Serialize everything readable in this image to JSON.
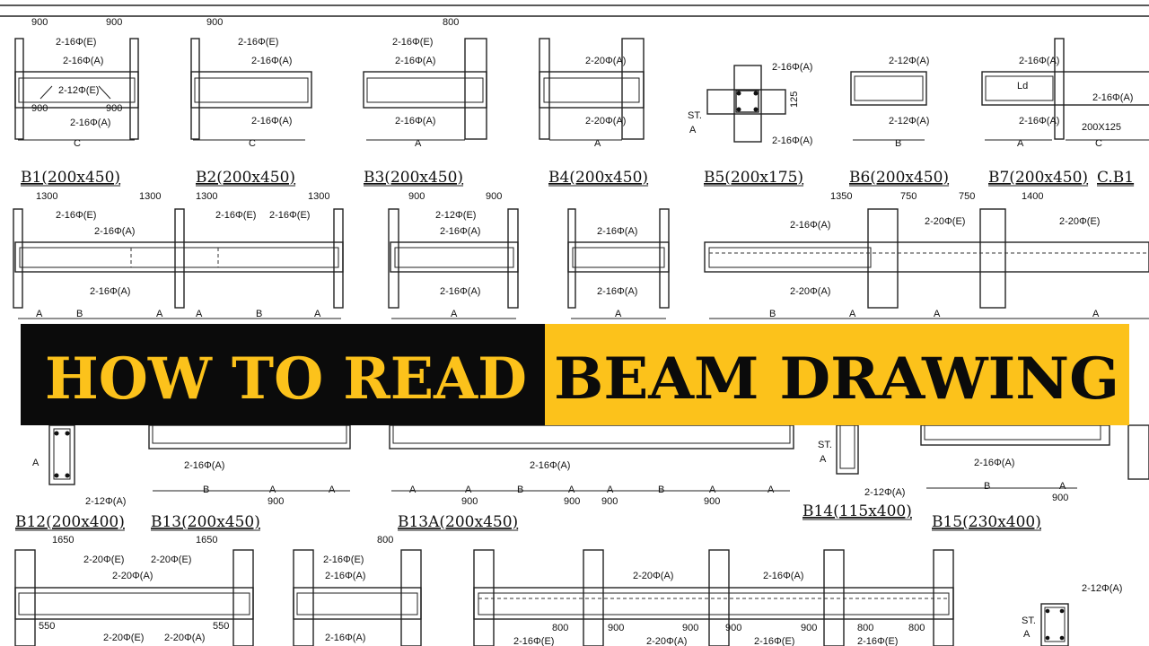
{
  "banner": {
    "left_text": "HOW TO READ",
    "right_text": "BEAM DRAWING",
    "colors": {
      "black": "#0b0b0b",
      "yellow": "#fcc21b"
    }
  },
  "beams": [
    {
      "title": "B1(200x450)",
      "labels": [
        "2-16Φ(E)",
        "2-16Φ(A)",
        "2-12Φ(E)",
        "2-16Φ(A)",
        "900",
        "900",
        "900",
        "900",
        "C"
      ]
    },
    {
      "title": "B2(200x450)",
      "labels": [
        "2-16Φ(E)",
        "2-16Φ(A)",
        "2-16Φ(A)",
        "900",
        "C"
      ]
    },
    {
      "title": "B3(200x450)",
      "labels": [
        "2-16Φ(E)",
        "2-16Φ(A)",
        "2-16Φ(A)",
        "800",
        "A"
      ]
    },
    {
      "title": "B4(200x450)",
      "labels": [
        "2-20Φ(A)",
        "2-20Φ(A)",
        "A"
      ]
    },
    {
      "title": "B5(200x175)",
      "labels": [
        "2-16Φ(A)",
        "2-16Φ(A)",
        "125",
        "ST.",
        "A"
      ]
    },
    {
      "title": "B6(200x450)",
      "labels": [
        "2-12Φ(A)",
        "2-12Φ(A)",
        "B"
      ]
    },
    {
      "title": "B7(200x450)",
      "labels": [
        "2-16Φ(A)",
        "2-16Φ(A)",
        "Ld",
        "2-16Φ(A)",
        "200X125",
        "A",
        "C"
      ]
    },
    {
      "title": "C.B1",
      "labels": []
    },
    {
      "title": "",
      "labels": [
        "2-16Φ(E)",
        "2-16Φ(A)",
        "2-16Φ(E)",
        "2-16Φ(E)",
        "2-16Φ(A)",
        "1300",
        "1300",
        "1300",
        "1300",
        "A",
        "B",
        "A",
        "A",
        "B",
        "A"
      ]
    },
    {
      "title": "",
      "labels": [
        "2-12Φ(E)",
        "2-16Φ(A)",
        "2-16Φ(A)",
        "900",
        "900",
        "A"
      ]
    },
    {
      "title": "",
      "labels": [
        "2-16Φ(A)",
        "2-16Φ(A)",
        "A"
      ]
    },
    {
      "title": "",
      "labels": [
        "2-16Φ(A)",
        "2-20Φ(E)",
        "2-20Φ(E)",
        "2-20Φ(A)",
        "1350",
        "750",
        "750",
        "1400",
        "B",
        "A",
        "A",
        "A"
      ]
    },
    {
      "title": "B12(200x400)",
      "labels": [
        "A",
        "2-12Φ(A)"
      ]
    },
    {
      "title": "B13(200x450)",
      "labels": [
        "2-16Φ(A)",
        "B",
        "A",
        "900",
        "A"
      ]
    },
    {
      "title": "B13A(200x450)",
      "labels": [
        "2-16Φ(A)",
        "A",
        "A",
        "900",
        "B",
        "A",
        "900",
        "A",
        "900",
        "B",
        "A",
        "900",
        "A"
      ]
    },
    {
      "title": "B14(115x400)",
      "labels": [
        "ST.",
        "A",
        "2-12Φ(A)"
      ]
    },
    {
      "title": "B15(230x400)",
      "labels": [
        "2-16Φ(A)",
        "B",
        "A",
        "900"
      ]
    },
    {
      "title": "",
      "labels": [
        "1650",
        "1650",
        "2-20Φ(E)",
        "2-20Φ(E)",
        "2-20Φ(A)",
        "550",
        "550",
        "2-20Φ(E)",
        "2-20Φ(A)"
      ]
    },
    {
      "title": "",
      "labels": [
        "800",
        "2-16Φ(E)",
        "2-16Φ(A)",
        "2-16Φ(A)"
      ]
    },
    {
      "title": "",
      "labels": [
        "2-20Φ(A)",
        "2-16Φ(A)",
        "800",
        "900",
        "900",
        "900",
        "900",
        "800",
        "800",
        "2-16Φ(E)",
        "2-20Φ(A)",
        "2-16Φ(E)",
        "2-16Φ(E)"
      ]
    },
    {
      "title": "",
      "labels": [
        "2-12Φ(A)",
        "ST.",
        "A"
      ]
    }
  ]
}
